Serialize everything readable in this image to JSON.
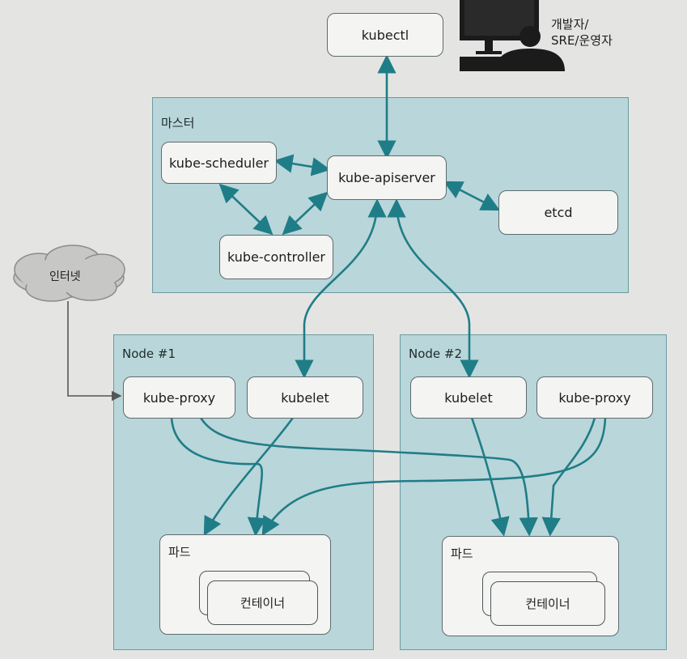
{
  "user": {
    "label_line1": "개발자/",
    "label_line2": "SRE/운영자"
  },
  "kubectl": {
    "label": "kubectl"
  },
  "master": {
    "label": "마스터",
    "scheduler": "kube-scheduler",
    "apiserver": "kube-apiserver",
    "controller": "kube-controller",
    "etcd": "etcd"
  },
  "internet": {
    "label": "인터넷"
  },
  "nodes": [
    {
      "label": "Node #1",
      "proxy": "kube-proxy",
      "kubelet": "kubelet",
      "pod_label": "파드",
      "container_label": "컨테이너"
    },
    {
      "label": "Node #2",
      "kubelet": "kubelet",
      "proxy": "kube-proxy",
      "pod_label": "파드",
      "container_label": "컨테이너"
    }
  ],
  "colors": {
    "region_fill": "#b9d6da",
    "region_border": "#6d9aa2",
    "arrow": "#1f7d87",
    "box_fill": "#f4f4f2",
    "box_border": "#5f6b6d"
  }
}
